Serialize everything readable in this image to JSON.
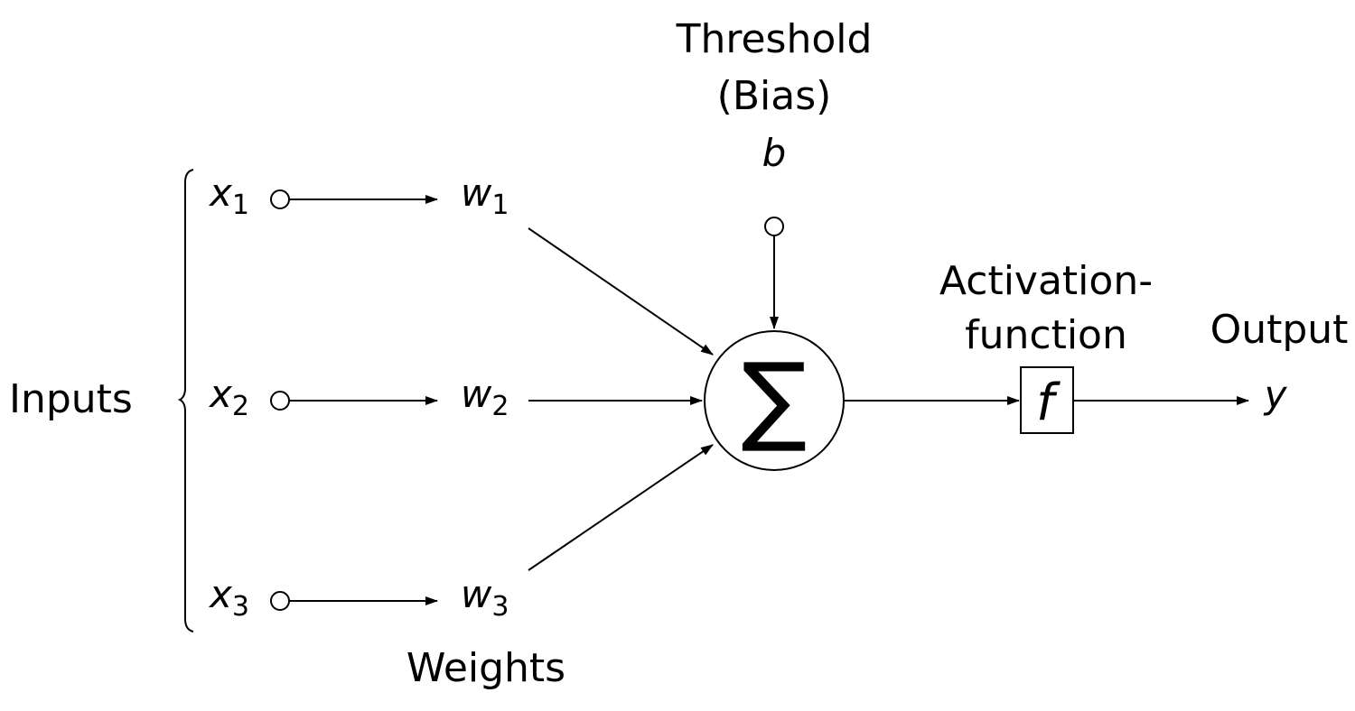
{
  "labels": {
    "inputs": "Inputs",
    "weights": "Weights",
    "threshold_line1": "Threshold",
    "threshold_line2": "(Bias)",
    "bias_symbol": "b",
    "activation_line1": "Activation-",
    "activation_line2": "function",
    "output": "Output",
    "output_symbol": "y",
    "sum_symbol": "∑",
    "activation_symbol": "f"
  },
  "inputs": [
    {
      "var": "x",
      "sub": "1"
    },
    {
      "var": "x",
      "sub": "2"
    },
    {
      "var": "x",
      "sub": "3"
    }
  ],
  "weights": [
    {
      "var": "w",
      "sub": "1"
    },
    {
      "var": "w",
      "sub": "2"
    },
    {
      "var": "w",
      "sub": "3"
    }
  ],
  "colors": {
    "ink": "#000000",
    "background": "#ffffff"
  }
}
